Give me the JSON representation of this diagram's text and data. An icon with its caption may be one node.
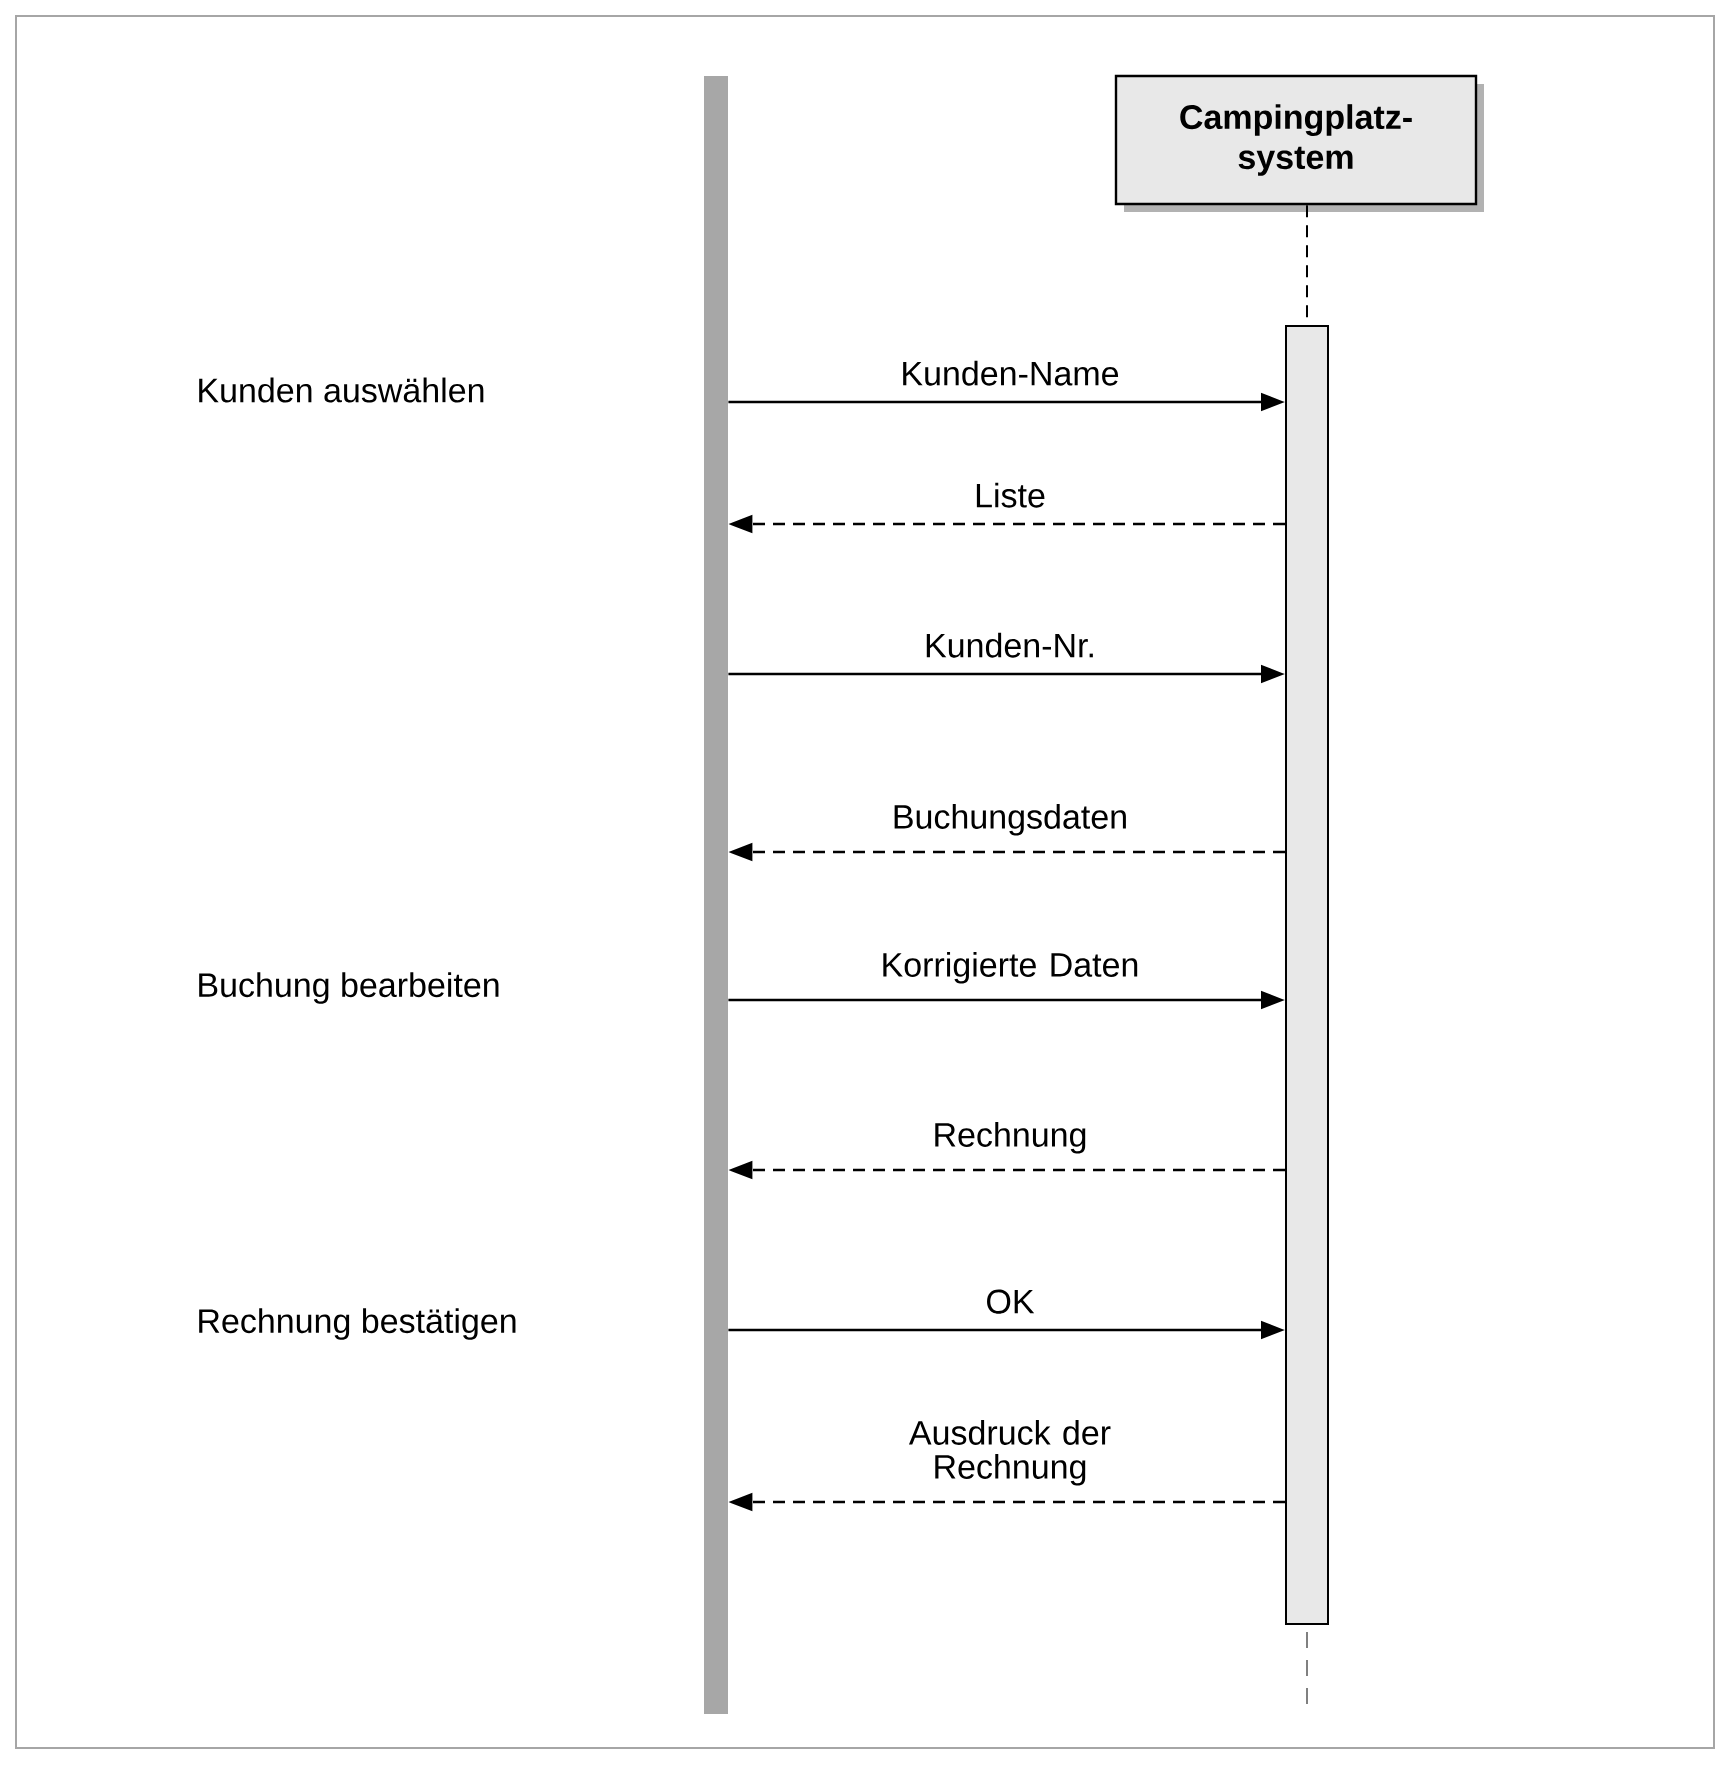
{
  "diagram": {
    "nodes": [
      {
        "text": [],
        "shape": "bar"
      },
      {
        "text": [
          "Campingplatz-system"
        ]
      },
      {
        "text": [],
        "shape": "box"
      }
    ],
    "edges": [
      {
        "from": 1,
        "to": 2,
        "arrow": "none",
        "style": "dashed"
      },
      {
        "from": 0,
        "to": 2,
        "arrow": "to",
        "label": "Kunden-Name"
      },
      {
        "from": 2,
        "to": 0,
        "arrow": "to",
        "label": "Liste",
        "style": "dashed"
      },
      {
        "from": 0,
        "to": 2,
        "arrow": "to",
        "label": "Kunden-Nr."
      },
      {
        "from": 2,
        "to": 0,
        "arrow": "to",
        "label": "Buchungsdaten",
        "style": "dashed"
      },
      {
        "from": 0,
        "to": 2,
        "arrow": "to",
        "label": "Korrigierte Daten"
      },
      {
        "from": 2,
        "to": 0,
        "arrow": "to",
        "label": "Rechnung",
        "style": "dashed"
      },
      {
        "from": 0,
        "to": 2,
        "arrow": "to",
        "label": "OK"
      },
      {
        "from": 2,
        "to": 0,
        "arrow": "to",
        "label": "Ausdruck der Rechnung",
        "style": "dashed"
      }
    ],
    "labels": [
      "Kunden auswählen",
      "Buchung bearbeiten",
      "Rechnung bestätigen"
    ]
  }
}
